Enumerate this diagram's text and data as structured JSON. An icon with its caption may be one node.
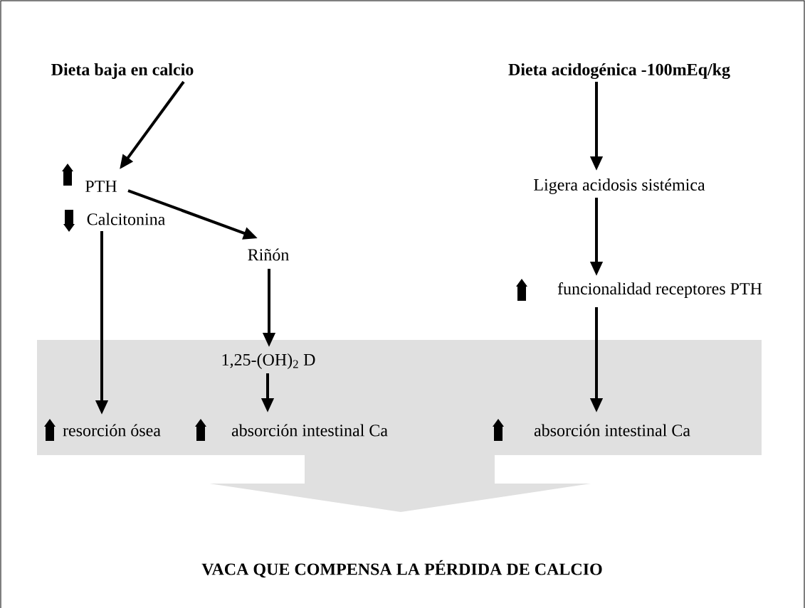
{
  "diagram": {
    "nodes": [
      {
        "text": [
          "Dieta baja en calcio"
        ]
      },
      {
        "text": [
          "Dieta acidogénica -100mEq/kg"
        ]
      },
      {
        "text": [
          "PTH"
        ]
      },
      {
        "text": [
          "Calcitonina"
        ]
      },
      {
        "text": [
          "Riñón"
        ]
      },
      {
        "text": [
          "Ligera acidosis sistémica"
        ]
      },
      {
        "text": [
          "funcionalidad receptores PTH"
        ]
      },
      {
        "text": [],
        "shape": "box"
      },
      {
        "text": [
          "1,25-(OH)$_{2}$ D"
        ],
        "in": 7
      },
      {
        "text": [
          "resorción ósea"
        ],
        "in": 7
      },
      {
        "text": [
          "absorción intestinal Ca"
        ],
        "in": 7
      },
      {
        "text": [
          "absorción intestinal Ca"
        ],
        "in": 7
      },
      {
        "text": [
          "VACA QUE COMPENSA LA PÉRDIDA DE CALCIO"
        ]
      }
    ],
    "edges": [
      {
        "from": 0,
        "to": 2,
        "arrow": "to"
      },
      {
        "from": 2,
        "to": 4,
        "arrow": "to"
      },
      {
        "from": 3,
        "to": 9,
        "arrow": "to"
      },
      {
        "from": 4,
        "to": 8,
        "arrow": "to"
      },
      {
        "from": 8,
        "to": 10,
        "arrow": "to"
      },
      {
        "from": 1,
        "to": 5,
        "arrow": "to"
      },
      {
        "from": 5,
        "to": 6,
        "arrow": "to"
      },
      {
        "from": 6,
        "to": 11,
        "arrow": "to"
      },
      {
        "from": 7,
        "to": 12,
        "arrow": "to",
        "style": "thick",
        "color": "#e0e0e0"
      }
    ]
  }
}
